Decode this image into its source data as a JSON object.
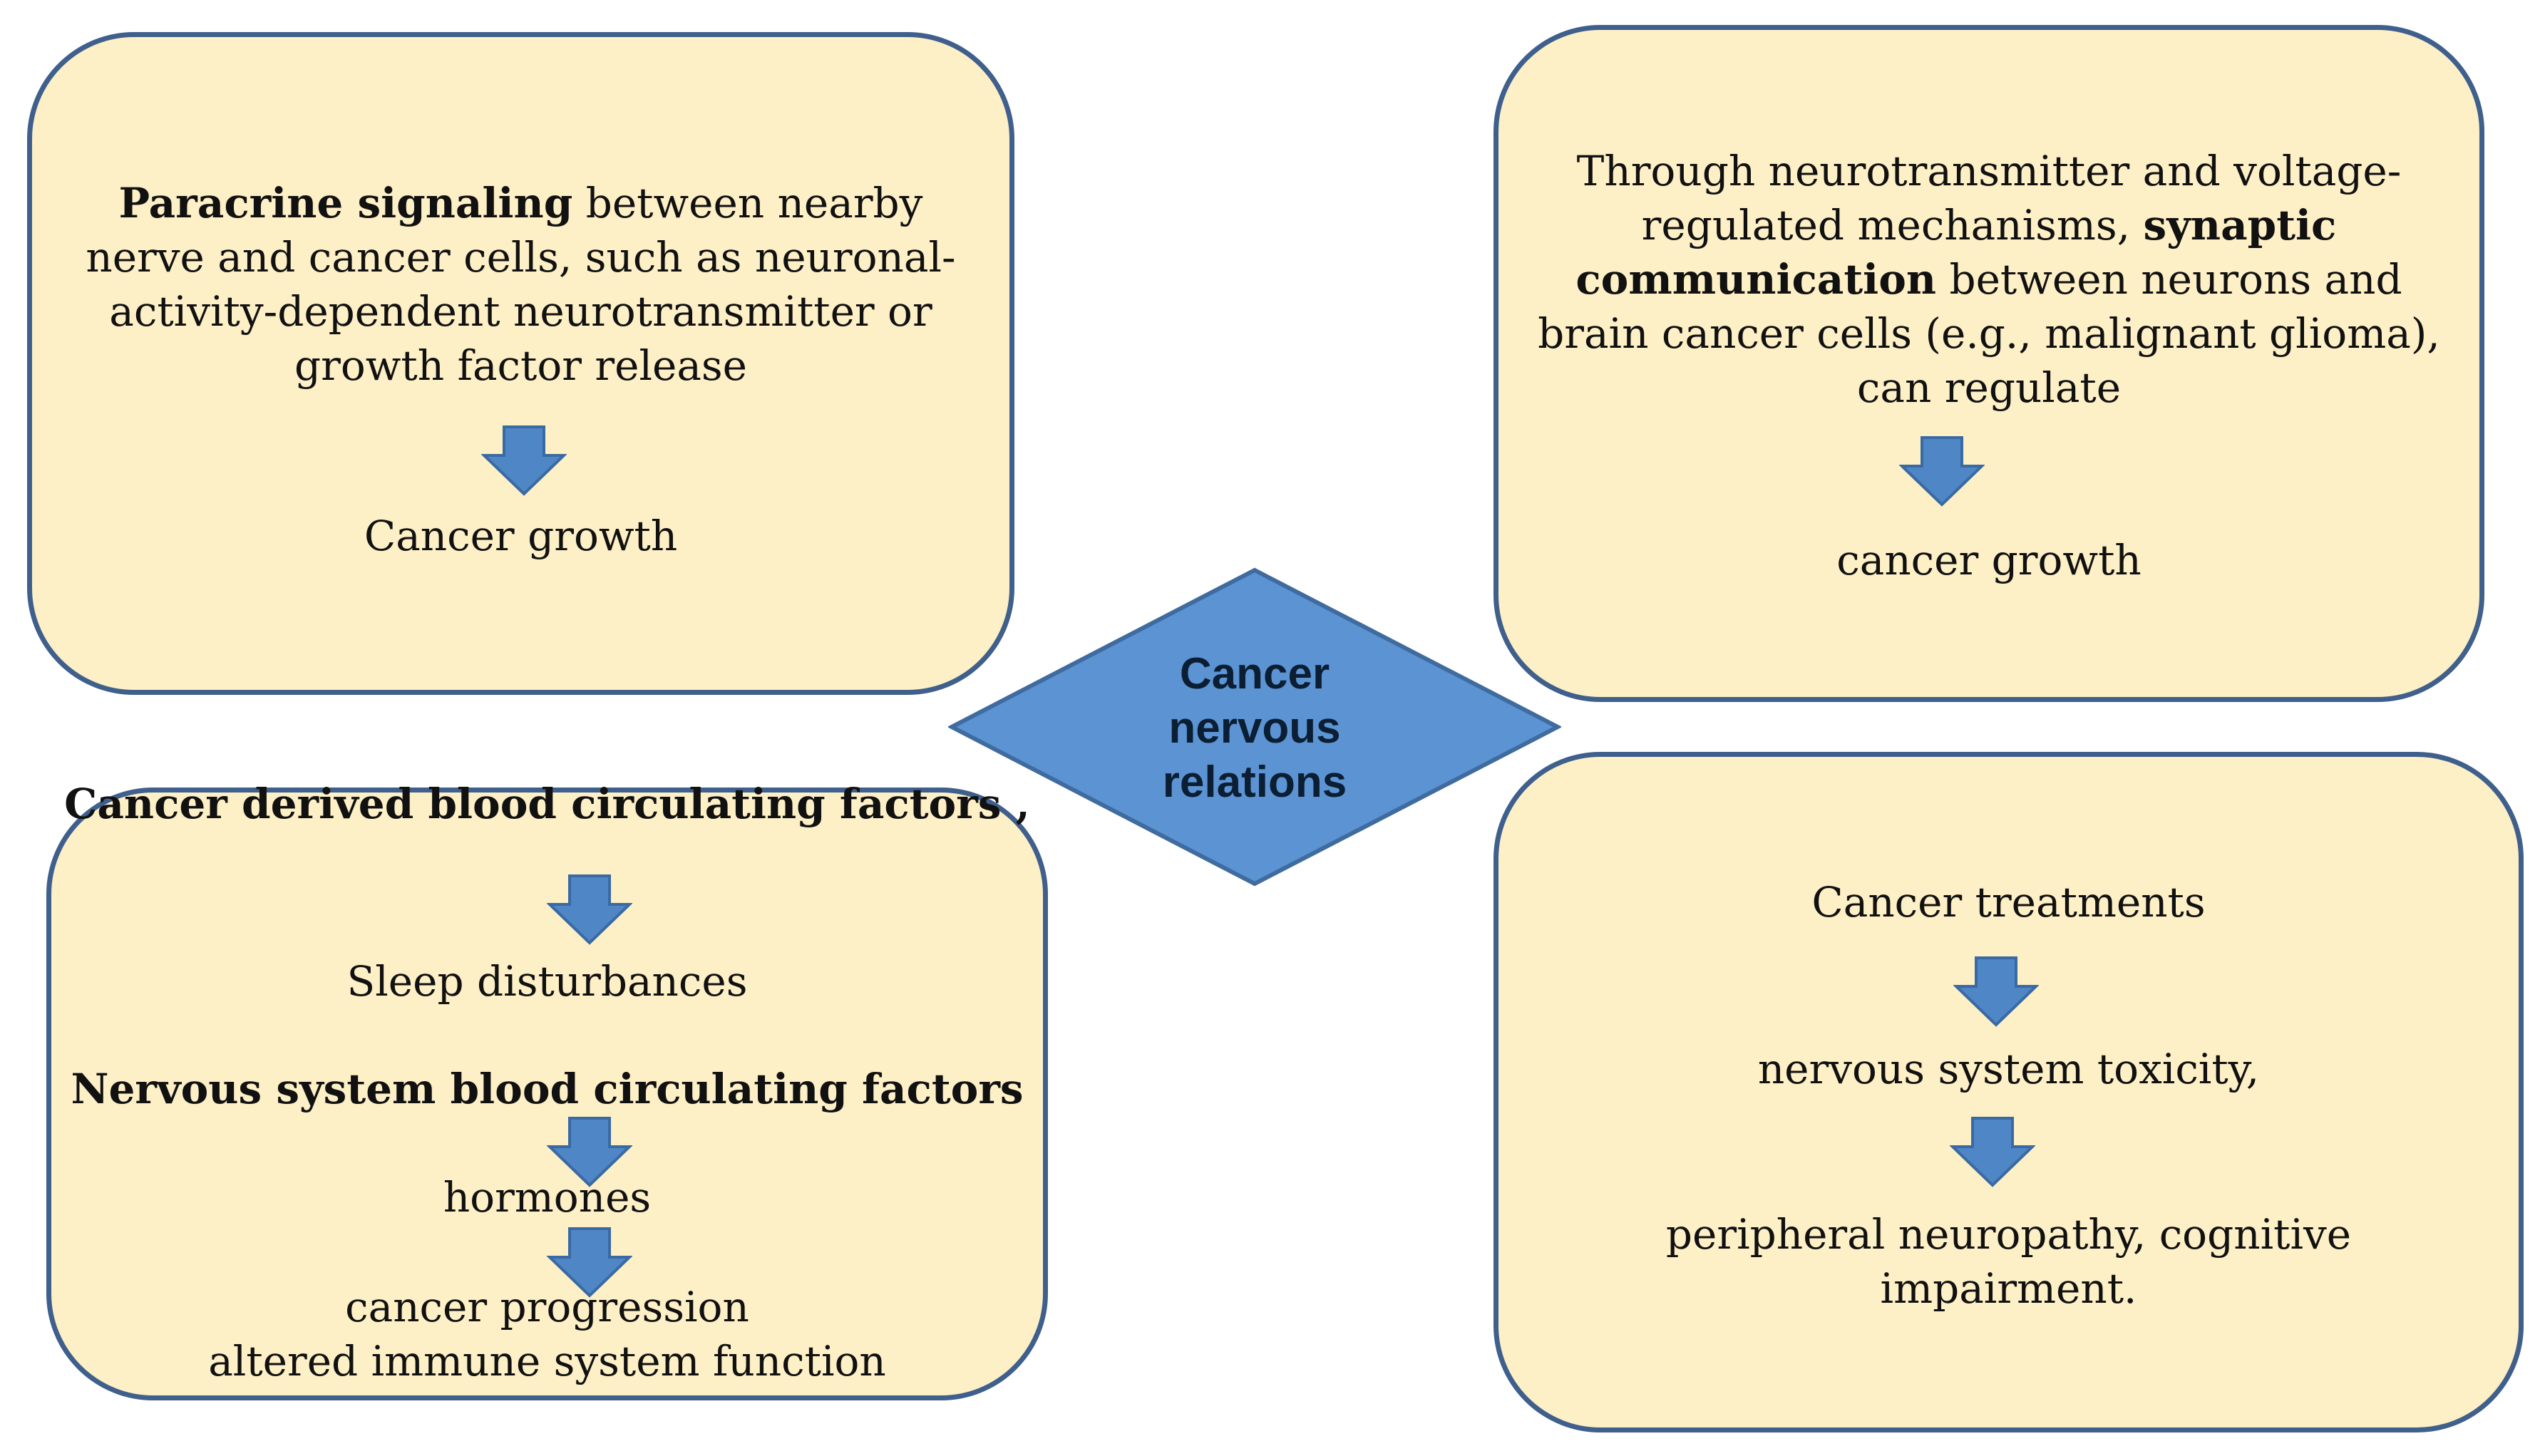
{
  "center": {
    "lines": [
      "Cancer",
      "nervous",
      "relations"
    ]
  },
  "top_left": {
    "lines": [
      {
        "bold": "Paracrine signaling",
        "rest": " between nearby"
      },
      {
        "bold": "",
        "rest": "nerve and cancer cells, such as neuronal-"
      },
      {
        "bold": "",
        "rest": "activity-dependent neurotransmitter or"
      },
      {
        "bold": "",
        "rest": "growth  factor release"
      }
    ],
    "outcome": "Cancer growth"
  },
  "top_right": {
    "line1": "Through neurotransmitter and voltage-",
    "line2_pre": "regulated mechanisms, ",
    "line2_bold": "synaptic",
    "line3_bold": "communication",
    "line3_rest": " between neurons and",
    "line4": "brain cancer cells (e.g.,  malignant glioma),",
    "line5": "can regulate",
    "outcome": "cancer growth"
  },
  "bottom_left": {
    "heading1": "Cancer derived blood circulating factors ,",
    "item1": "Sleep disturbances",
    "heading2": "Nervous system blood circulating factors",
    "item2": "hormones",
    "item3": "cancer progression",
    "item4": "altered immune system function"
  },
  "bottom_right": {
    "item1": "Cancer treatments",
    "item2": "nervous system toxicity,",
    "item3_line1": "peripheral neuropathy,  cognitive",
    "item3_line2": "impairment."
  },
  "colors": {
    "box_fill": "#fdefc6",
    "box_border": "#3f5f8c",
    "arrow_fill": "#4f86c6",
    "diamond_fill": "#5b93d3"
  }
}
